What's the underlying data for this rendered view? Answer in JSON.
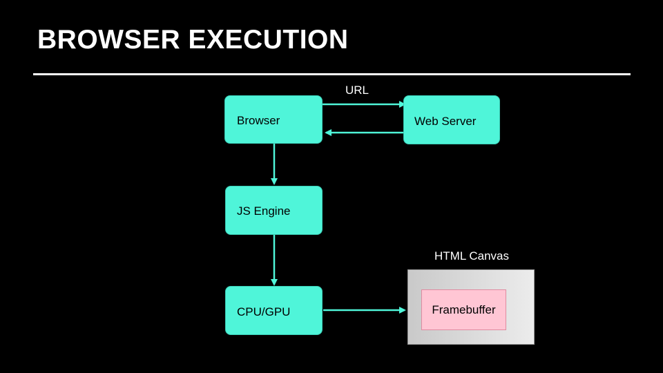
{
  "title": "BROWSER EXECUTION",
  "colors": {
    "node_fill": "#4ff5d9",
    "connector": "#4ff5d9",
    "framebuffer_fill": "#ffc6d4",
    "canvas_fill": "#d9d9d9",
    "background": "#000000"
  },
  "nodes": {
    "browser": "Browser",
    "web_server": "Web Server",
    "js_engine": "JS Engine",
    "cpu_gpu": "CPU/GPU",
    "framebuffer": "Framebuffer"
  },
  "labels": {
    "url": "URL",
    "html_canvas": "HTML Canvas"
  }
}
